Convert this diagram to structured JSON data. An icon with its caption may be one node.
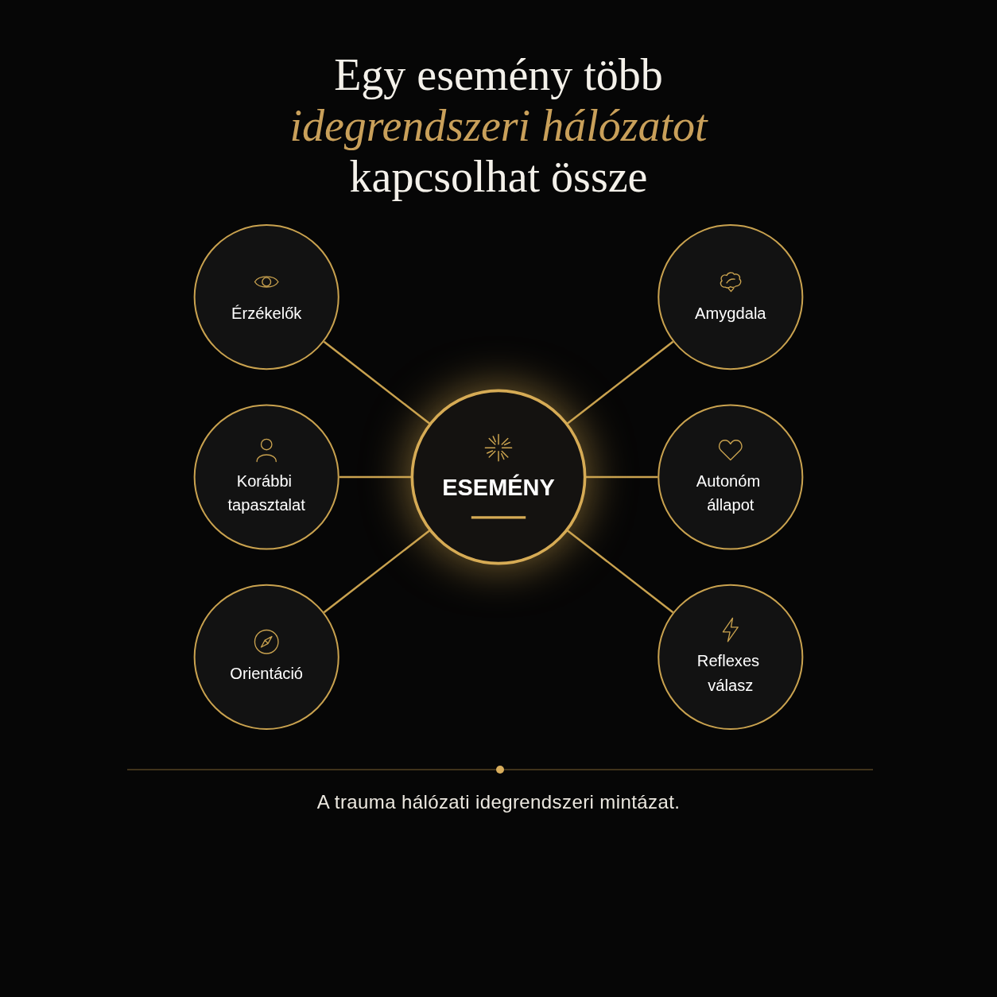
{
  "diagram": {
    "title": "Egy esemény több *idegrendszeri hálózatot* kapcsolhat össze",
    "nodes": [
      {
        "text": [
          "Érzékelők"
        ]
      },
      {
        "text": [
          "Amygdala"
        ]
      },
      {
        "text": [
          "Korábbi tapasztalat"
        ]
      },
      {
        "text": [
          "ESEMÉNY"
        ]
      },
      {
        "text": [
          "Autonóm állapot"
        ]
      },
      {
        "text": [
          "Orientáció"
        ]
      },
      {
        "text": [
          "Reflexes válasz"
        ]
      }
    ],
    "edges": [
      {
        "from": 0,
        "to": 3,
        "arrow": "none"
      },
      {
        "from": 3,
        "to": 1,
        "arrow": "none"
      },
      {
        "from": 2,
        "to": 3,
        "arrow": "none"
      },
      {
        "from": 3,
        "to": 4,
        "arrow": "none"
      },
      {
        "from": 5,
        "to": 3,
        "arrow": "none"
      },
      {
        "from": 3,
        "to": 6,
        "arrow": "none"
      }
    ],
    "caption": "A trauma hálózati idegrendszeri mintázat."
  }
}
